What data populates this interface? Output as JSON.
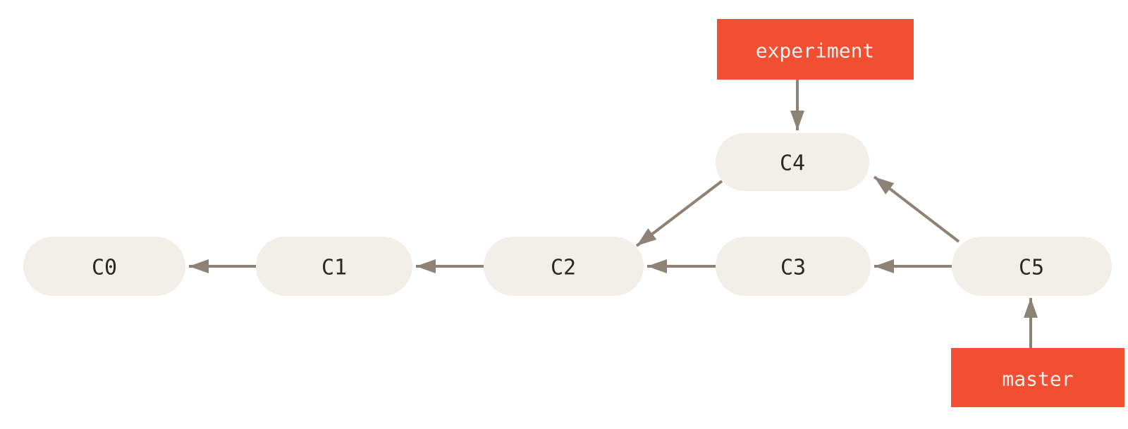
{
  "diagram": {
    "kind": "git-commit-history-graph",
    "description": "Divergent history merged into a merge commit; experiment points to C4, master points to merge commit C5",
    "commits": [
      {
        "id": "C0",
        "label": "C0"
      },
      {
        "id": "C1",
        "label": "C1"
      },
      {
        "id": "C2",
        "label": "C2"
      },
      {
        "id": "C3",
        "label": "C3"
      },
      {
        "id": "C4",
        "label": "C4"
      },
      {
        "id": "C5",
        "label": "C5"
      }
    ],
    "branch_labels": [
      {
        "name": "experiment",
        "label": "experiment",
        "points_to": "C4"
      },
      {
        "name": "master",
        "label": "master",
        "points_to": "C5"
      }
    ],
    "edges": [
      {
        "from": "C1",
        "to": "C0"
      },
      {
        "from": "C2",
        "to": "C1"
      },
      {
        "from": "C3",
        "to": "C2"
      },
      {
        "from": "C4",
        "to": "C2"
      },
      {
        "from": "C5",
        "to": "C3"
      },
      {
        "from": "C5",
        "to": "C4"
      },
      {
        "from": "experiment",
        "to": "C4"
      },
      {
        "from": "master",
        "to": "C5"
      }
    ],
    "colors": {
      "background": "#ffffff",
      "commit_fill": "#f1efe8",
      "commit_text": "#2b2723",
      "arrow": "#8d8275",
      "branch_fill": "#f14e32",
      "branch_text": "#f2eeec"
    }
  }
}
